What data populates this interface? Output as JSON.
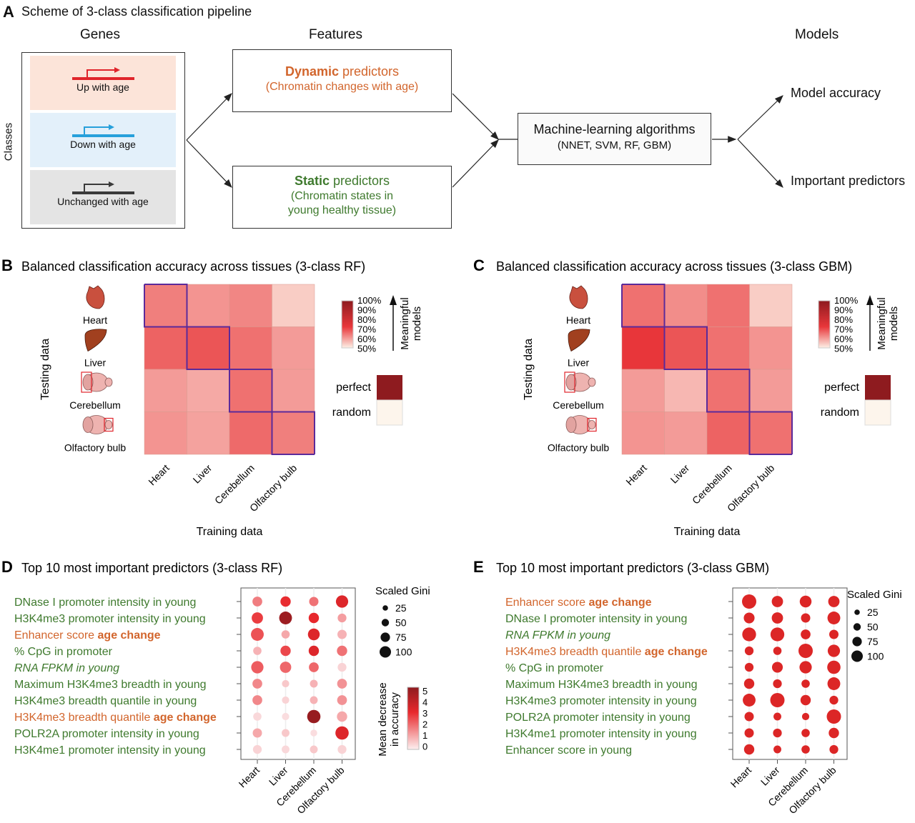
{
  "panelA": {
    "letter": "A",
    "title": "Scheme of 3-class classification pipeline",
    "headers": {
      "genes": "Genes",
      "features": "Features",
      "models": "Models"
    },
    "classes_label": "Classes",
    "classes": [
      {
        "label": "Up with age",
        "bg": "#fce4d9",
        "arrow_color": "#e0242b"
      },
      {
        "label": "Down with age",
        "bg": "#e3f0fa",
        "arrow_color": "#27a0db"
      },
      {
        "label": "Unchanged with age",
        "bg": "#e4e4e4",
        "arrow_color": "#3a3a3a"
      }
    ],
    "dynamic": {
      "bold": "Dynamic",
      "rest": " predictors",
      "sub": "(Chromatin changes with age)"
    },
    "static": {
      "bold": "Static",
      "rest": " predictors",
      "sub1": "(Chromatin states in",
      "sub2": "young healthy tissue)"
    },
    "ml": {
      "line1": "Machine-learning algorithms",
      "line2": "(NNET, SVM, RF, GBM)"
    },
    "outputs": {
      "accuracy": "Model accuracy",
      "predictors": "Important predictors"
    }
  },
  "colors": {
    "orange": "#d2652c",
    "green": "#3f7a2e",
    "diag_outline": "#5b2a9a",
    "perfect": "#8e1b1f",
    "random": "#fdf5ec",
    "dot_red": "#dc2626"
  },
  "chart_data": [
    {
      "id": "B",
      "type": "heatmap",
      "letter": "B",
      "title": "Balanced classification accuracy across tissues  (3-class RF)",
      "xlabel": "Training data",
      "ylabel": "Testing data",
      "x_categories": [
        "Heart",
        "Liver",
        "Cerebellum",
        "Olfactory bulb"
      ],
      "y_categories": [
        "Heart",
        "Liver",
        "Cerebellum",
        "Olfactory bulb"
      ],
      "values": [
        [
          0.66,
          0.63,
          0.65,
          0.55
        ],
        [
          0.7,
          0.72,
          0.68,
          0.62
        ],
        [
          0.62,
          0.6,
          0.68,
          0.62
        ],
        [
          0.63,
          0.61,
          0.69,
          0.66
        ]
      ],
      "colorbar": {
        "ticks": [
          "100%",
          "90%",
          "80%",
          "70%",
          "60%",
          "50%"
        ],
        "range": [
          0.5,
          1.0
        ],
        "label1": "Meaningful",
        "label2": "models"
      },
      "key": {
        "perfect": "perfect",
        "random": "random"
      }
    },
    {
      "id": "C",
      "type": "heatmap",
      "letter": "C",
      "title": "Balanced classification accuracy across tissues  (3-class GBM)",
      "xlabel": "Training data",
      "ylabel": "Testing data",
      "x_categories": [
        "Heart",
        "Liver",
        "Cerebellum",
        "Olfactory bulb"
      ],
      "y_categories": [
        "Heart",
        "Liver",
        "Cerebellum",
        "Olfactory bulb"
      ],
      "values": [
        [
          0.68,
          0.64,
          0.68,
          0.55
        ],
        [
          0.75,
          0.72,
          0.68,
          0.63
        ],
        [
          0.62,
          0.58,
          0.68,
          0.62
        ],
        [
          0.63,
          0.62,
          0.7,
          0.68
        ]
      ],
      "colorbar": {
        "ticks": [
          "100%",
          "90%",
          "80%",
          "70%",
          "60%",
          "50%"
        ],
        "range": [
          0.5,
          1.0
        ],
        "label1": "Meaningful",
        "label2": "models"
      },
      "key": {
        "perfect": "perfect",
        "random": "random"
      }
    },
    {
      "id": "D",
      "type": "scatter",
      "letter": "D",
      "title": "Top 10 most important predictors (3-class RF)",
      "x_categories": [
        "Heart",
        "Liver",
        "Cerebellum",
        "Olfactory bulb"
      ],
      "predictors": [
        {
          "parts": [
            {
              "t": "DNase I promoter intensity in young"
            }
          ],
          "kind": "static"
        },
        {
          "parts": [
            {
              "t": "H3K4me3 promoter intensity in young"
            }
          ],
          "kind": "static"
        },
        {
          "parts": [
            {
              "t": "Enhancer score "
            },
            {
              "t": "age change",
              "b": true
            }
          ],
          "kind": "dynamic"
        },
        {
          "parts": [
            {
              "t": "% CpG in promoter"
            }
          ],
          "kind": "static"
        },
        {
          "parts": [
            {
              "t": "RNA FPKM in young",
              "i": true
            }
          ],
          "kind": "static"
        },
        {
          "parts": [
            {
              "t": "Maximum H3K4me3 breadth in young"
            }
          ],
          "kind": "static"
        },
        {
          "parts": [
            {
              "t": "H3K4me3 breadth quantile in young"
            }
          ],
          "kind": "static"
        },
        {
          "parts": [
            {
              "t": "H3K4me3 breadth quantile "
            },
            {
              "t": "age change",
              "b": true
            }
          ],
          "kind": "dynamic"
        },
        {
          "parts": [
            {
              "t": "POLR2A promoter intensity in young"
            }
          ],
          "kind": "static"
        },
        {
          "parts": [
            {
              "t": "H3K4me1 promoter intensity in young"
            }
          ],
          "kind": "static"
        }
      ],
      "gini": [
        [
          55,
          60,
          50,
          80
        ],
        [
          70,
          85,
          60,
          45
        ],
        [
          85,
          40,
          75,
          50
        ],
        [
          40,
          60,
          60,
          60
        ],
        [
          80,
          70,
          55,
          45
        ],
        [
          55,
          30,
          35,
          55
        ],
        [
          55,
          30,
          35,
          55
        ],
        [
          40,
          30,
          90,
          60
        ],
        [
          50,
          35,
          25,
          90
        ],
        [
          45,
          35,
          35,
          45
        ]
      ],
      "mean_decrease": [
        [
          2.0,
          3.5,
          2.2,
          3.8
        ],
        [
          3.2,
          5.2,
          3.6,
          1.4
        ],
        [
          2.8,
          1.2,
          3.8,
          1.0
        ],
        [
          1.0,
          3.0,
          3.8,
          2.2
        ],
        [
          2.6,
          2.4,
          2.4,
          0.4
        ],
        [
          1.8,
          0.6,
          1.0,
          1.6
        ],
        [
          1.8,
          0.4,
          1.0,
          1.6
        ],
        [
          0.3,
          0.2,
          5.3,
          1.2
        ],
        [
          1.2,
          0.6,
          0.2,
          3.8
        ],
        [
          0.4,
          0.3,
          0.6,
          0.4
        ]
      ],
      "size_legend": {
        "title": "Scaled Gini",
        "values": [
          25,
          50,
          75,
          100
        ]
      },
      "color_legend": {
        "title1": "Mean decrease",
        "title2": "in accuracy",
        "ticks": [
          "5",
          "4",
          "3",
          "2",
          "1",
          "0"
        ],
        "range": [
          0,
          5.5
        ]
      }
    },
    {
      "id": "E",
      "type": "scatter",
      "letter": "E",
      "title": "Top 10 most important predictors (3-class GBM)",
      "x_categories": [
        "Heart",
        "Liver",
        "Cerebellum",
        "Olfactory bulb"
      ],
      "predictors": [
        {
          "parts": [
            {
              "t": "Enhancer score "
            },
            {
              "t": "age change",
              "b": true
            }
          ],
          "kind": "dynamic"
        },
        {
          "parts": [
            {
              "t": "DNase I promoter intensity in young"
            }
          ],
          "kind": "static"
        },
        {
          "parts": [
            {
              "t": "RNA FPKM in young",
              "i": true
            }
          ],
          "kind": "static"
        },
        {
          "parts": [
            {
              "t": "H3K4me3 breadth quantile "
            },
            {
              "t": "age change",
              "b": true
            }
          ],
          "kind": "dynamic"
        },
        {
          "parts": [
            {
              "t": "% CpG in promoter"
            }
          ],
          "kind": "static"
        },
        {
          "parts": [
            {
              "t": "Maximum H3K4me3 breadth in young"
            }
          ],
          "kind": "static"
        },
        {
          "parts": [
            {
              "t": "H3K4me3 promoter intensity in young"
            }
          ],
          "kind": "static"
        },
        {
          "parts": [
            {
              "t": "POLR2A promoter intensity in young"
            }
          ],
          "kind": "static"
        },
        {
          "parts": [
            {
              "t": "H3K4me1 promoter intensity in young"
            }
          ],
          "kind": "static"
        },
        {
          "parts": [
            {
              "t": "Enhancer score in young"
            }
          ],
          "kind": "static"
        }
      ],
      "gini": [
        [
          100,
          70,
          75,
          70
        ],
        [
          65,
          70,
          50,
          85
        ],
        [
          95,
          95,
          55,
          50
        ],
        [
          45,
          40,
          100,
          80
        ],
        [
          45,
          65,
          80,
          90
        ],
        [
          60,
          45,
          40,
          85
        ],
        [
          85,
          100,
          60,
          45
        ],
        [
          50,
          35,
          30,
          100
        ],
        [
          50,
          45,
          40,
          60
        ],
        [
          60,
          35,
          40,
          45
        ]
      ],
      "size_legend": {
        "title": "Scaled Gini",
        "values": [
          25,
          50,
          75,
          100
        ]
      }
    }
  ]
}
